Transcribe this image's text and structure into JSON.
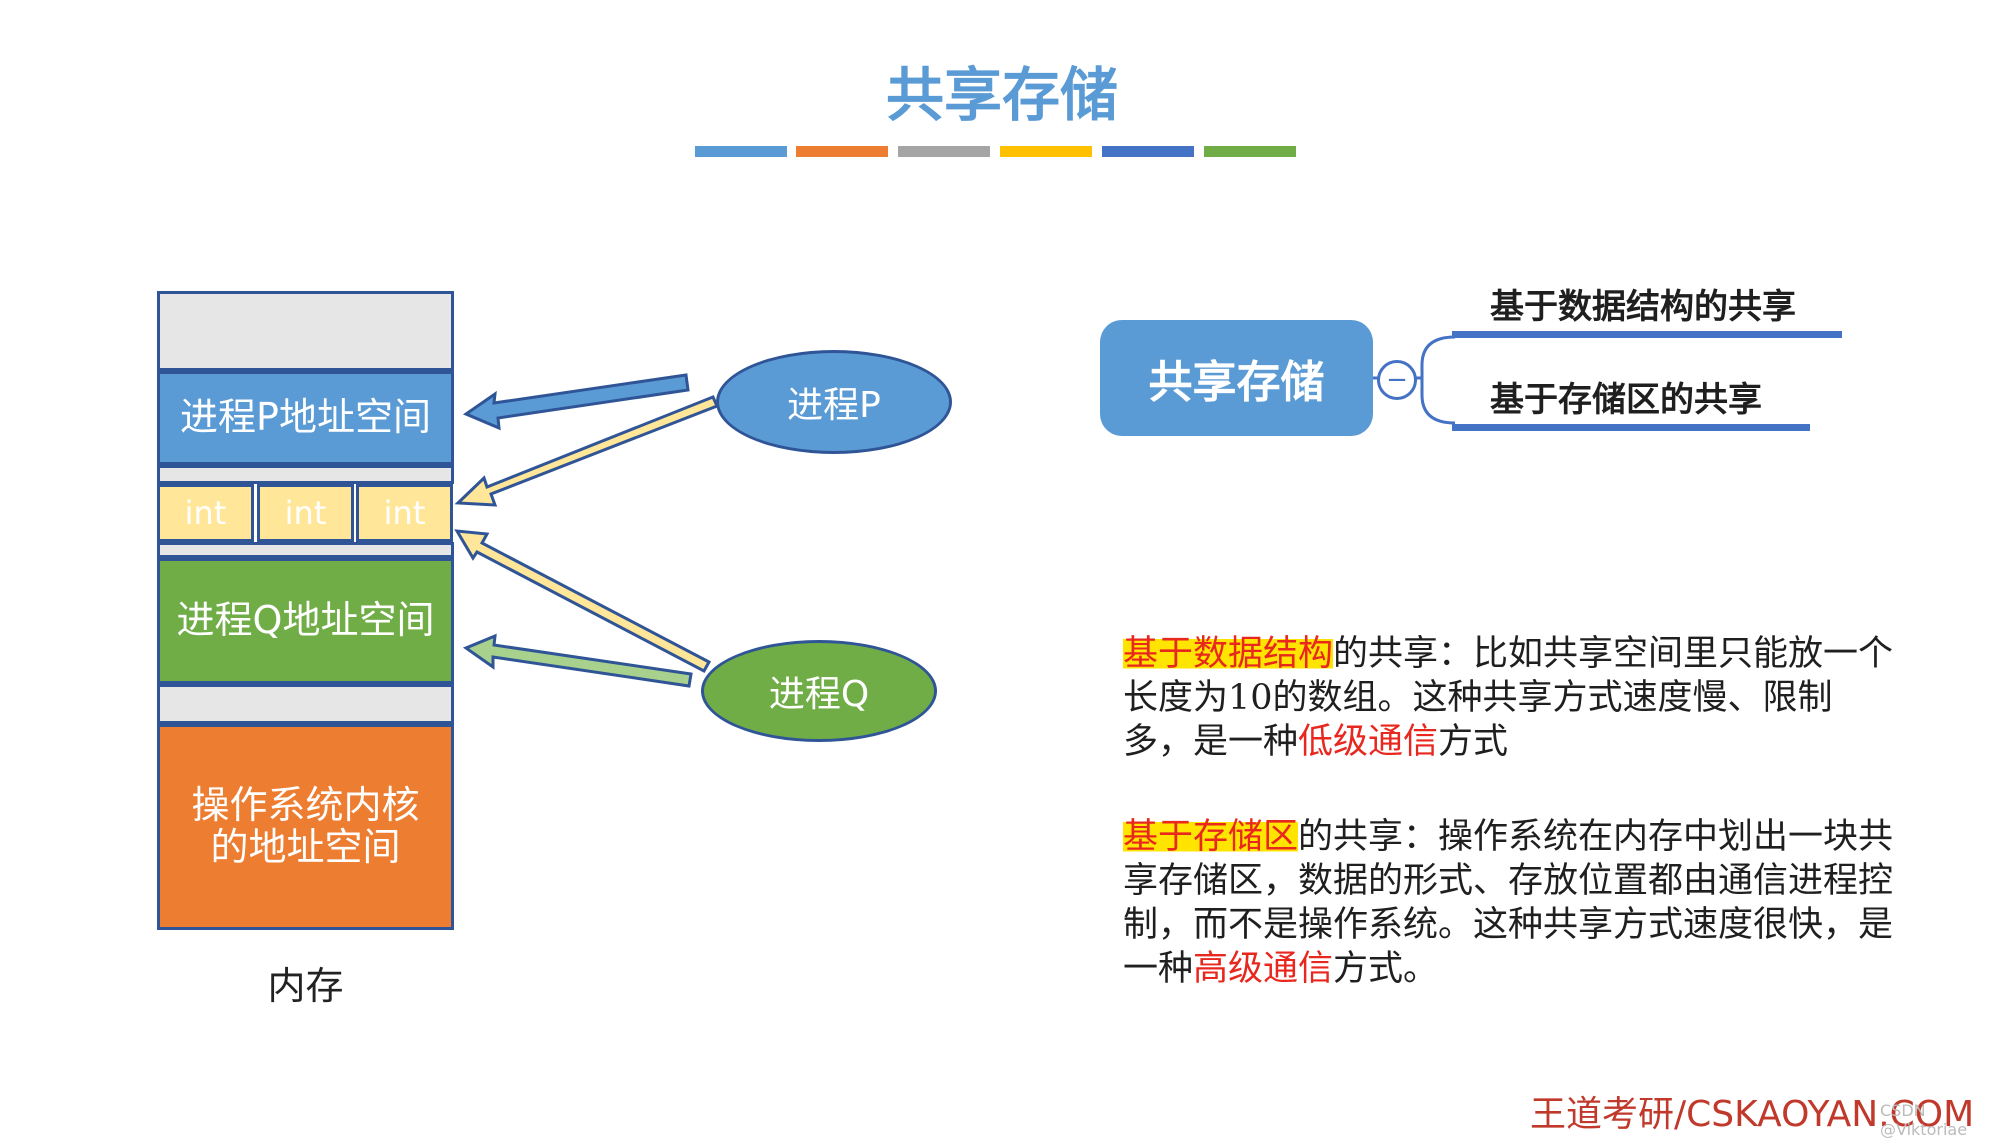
{
  "title": "共享存储",
  "color_bars": [
    "#5b9bd5",
    "#ed7d31",
    "#a5a5a5",
    "#ffc000",
    "#4472c4",
    "#70ad47"
  ],
  "memory": {
    "process_p_space": "进程P地址空间",
    "shared_cells": [
      "int",
      "int",
      "int"
    ],
    "process_q_space": "进程Q地址空间",
    "kernel_space": "操作系统内核\n的地址空间",
    "caption": "内存"
  },
  "processes": {
    "p": "进程P",
    "q": "进程Q"
  },
  "mindmap": {
    "topic": "共享存储",
    "collapse_symbol": "−",
    "branches": [
      "基于数据结构的共享",
      "基于存储区的共享"
    ]
  },
  "paragraphs": {
    "p1": {
      "highlight": "基于数据结构",
      "text_a": "的共享：比如共享空间里只能放一个长度为10的数组。这种共享方式速度慢、限制多，是一种",
      "emphasis": "低级通信",
      "text_b": "方式"
    },
    "p2": {
      "highlight": "基于存储区",
      "text_a": "的共享：操作系统在内存中划出一块共享存储区，数据的形式、存放位置都由通信进程控制，而不是操作系统。这种共享方式速度很快，是一种",
      "emphasis": "高级通信",
      "text_b": "方式。"
    }
  },
  "brand": "王道考研/CSKAOYAN.COM",
  "watermark": "CSDN @Viktoriae",
  "colors": {
    "blue": "#5b9bd5",
    "orange": "#ed7d31",
    "green": "#70ad47",
    "yellow": "#ffe699",
    "gray": "#e7e6e6",
    "border": "#2f5597",
    "highlight": "#ffe400",
    "red": "#e8271e"
  }
}
